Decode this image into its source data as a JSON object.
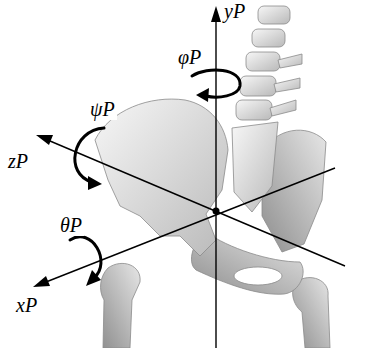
{
  "diagram": {
    "labels": [
      "yP",
      "φP",
      "ψP",
      "zP",
      "θP",
      "xP"
    ]
  }
}
